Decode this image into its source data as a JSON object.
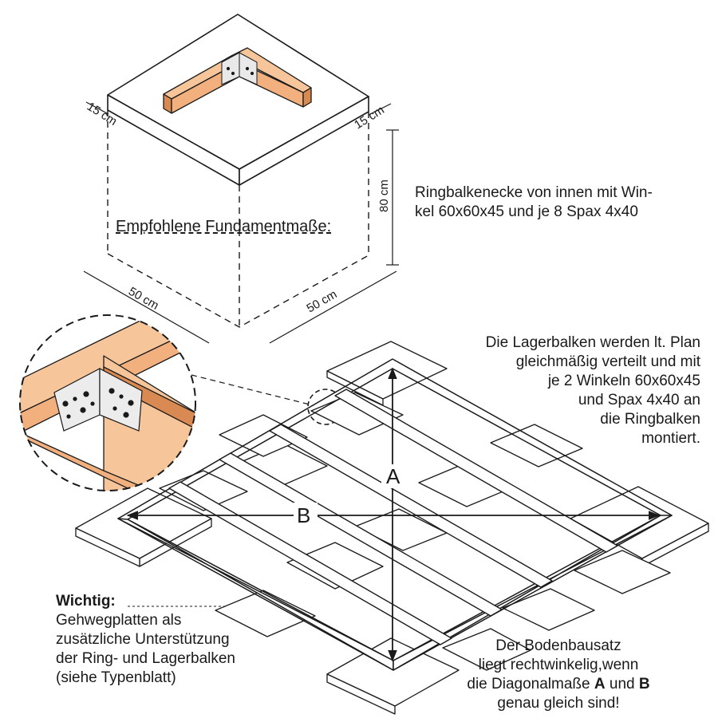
{
  "foundation": {
    "title": "Empfohlene Fundamentmaße:",
    "dim_top_left": "15 cm",
    "dim_top_right": "15 cm",
    "dim_height": "80 cm",
    "dim_bottom_left": "50 cm",
    "dim_bottom_right": "50 cm"
  },
  "corner_note": {
    "line1": "Ringbalkenecke von innen mit Win-",
    "line2": "kel 60x60x45 und je 8 Spax 4x40"
  },
  "joist_note": {
    "lines": [
      "Die Lagerbalken werden lt. Plan",
      "gleichmäßig verteilt und mit",
      "je 2 Winkeln 60x60x45",
      "und Spax 4x40 an",
      "die Ringbalken",
      "montiert."
    ]
  },
  "diagonals": {
    "a": "A",
    "b": "B"
  },
  "important_note": {
    "title": "Wichtig:",
    "lines": [
      "Gehwegplatten als",
      "zusätzliche Unterstützung",
      "der Ring- und Lagerbalken",
      "(siehe Typenblatt)"
    ]
  },
  "square_note": {
    "line1": "Der Bodenbausatz",
    "line2": "liegt rechtwinkelig,wenn",
    "line3_pre": "die Diagonalmaße ",
    "a": "A",
    "line3_mid": " und ",
    "b": "B",
    "line4": "genau gleich sind!"
  },
  "colors": {
    "wood": "#f2b07e",
    "wood_dark": "#d98a52",
    "line": "#1a1a1a"
  }
}
